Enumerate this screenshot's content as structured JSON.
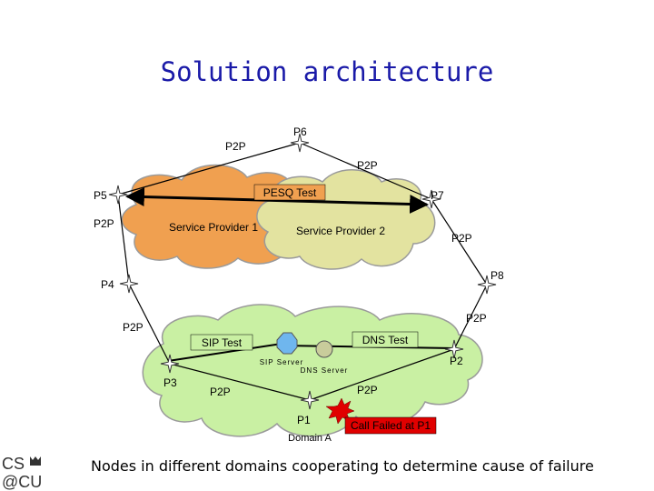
{
  "title": "Solution architecture",
  "caption": "Nodes in different domains cooperating to determine cause of failure",
  "nodes": {
    "p1": "P1",
    "p2": "P2",
    "p3": "P3",
    "p4": "P4",
    "p5": "P5",
    "p6": "P6",
    "p7": "P7",
    "p8": "P8"
  },
  "edges": {
    "p2p": "P2P"
  },
  "clouds": {
    "sp1": "Service Provider 1",
    "sp2": "Service Provider 2",
    "domain_a": "Domain A"
  },
  "tests": {
    "pesq": "PESQ Test",
    "sip": "SIP Test",
    "dns": "DNS Test"
  },
  "servers": {
    "sip": "SIP Server",
    "dns": "DNS Server"
  },
  "alert": "Call Failed at P1",
  "logo": {
    "line1": "CS",
    "line2": "@CU"
  },
  "colors": {
    "title": "#1a1aa8",
    "cloud_sp1": "#f0a050",
    "cloud_sp2": "#e3e3a0",
    "cloud_domain_a": "#c9f0a3",
    "call_failed_box": "#e00000",
    "pesq_box": "#f0a050",
    "sip_server": "#6fb6ee",
    "dns_server": "#c9cc9b"
  }
}
